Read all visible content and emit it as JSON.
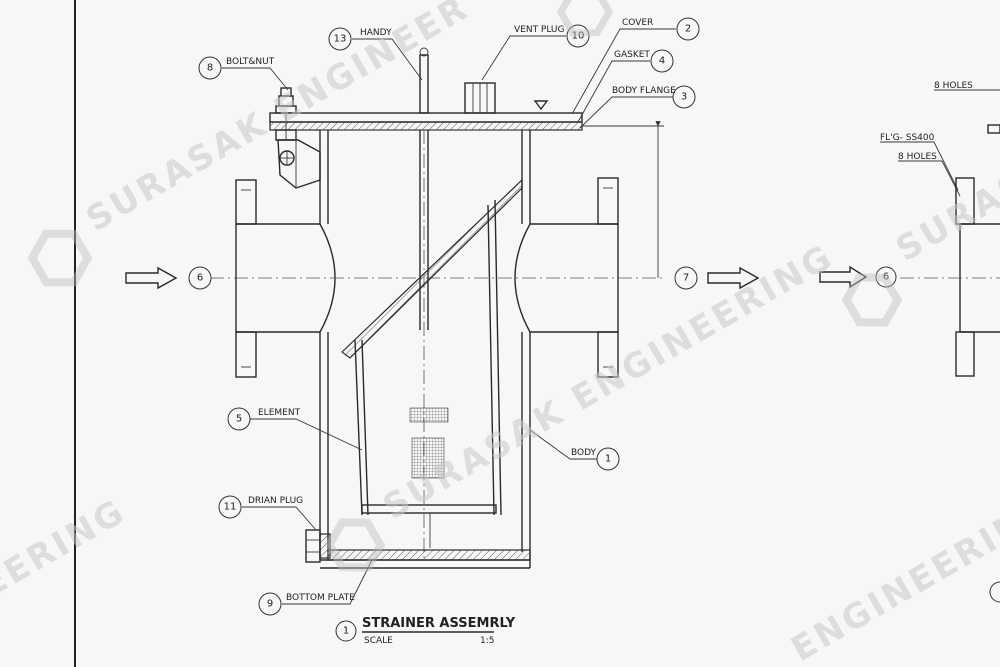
{
  "callouts": {
    "c1_body": {
      "num": "1",
      "text": "BODY"
    },
    "c2_cover": {
      "num": "2",
      "text": "COVER"
    },
    "c3_body_flange": {
      "num": "3",
      "text": "BODY FLANGE"
    },
    "c4_gasket": {
      "num": "4",
      "text": "GASKET"
    },
    "c5_element": {
      "num": "5",
      "text": "ELEMENT"
    },
    "c6_inlet": {
      "num": "6"
    },
    "c7_outlet": {
      "num": "7"
    },
    "c8_bolt": {
      "num": "8",
      "text": "BOLT&NUT"
    },
    "c9_bottom_plate": {
      "num": "9",
      "text": "BOTTOM PLATE"
    },
    "c10_vent_plug": {
      "num": "10",
      "text": "VENT PLUG"
    },
    "c11_drain_plug": {
      "num": "11",
      "text": "DRIAN PLUG"
    },
    "c13_handy": {
      "num": "13",
      "text": "HANDY"
    }
  },
  "title_block": {
    "num": "1",
    "title": "STRAINER ASSEMRLY",
    "scale_label": "SCALE",
    "scale_value": "1:5"
  },
  "side_view": {
    "holes_top": "8 HOLES",
    "flange_spec": "FL'G- SS400",
    "holes_mid": "8 HOLES",
    "inlet_num": "6"
  },
  "watermark": {
    "text_main": "SURASAK ENGINEERING",
    "text_partial_top": "SURASAK ENGINEER",
    "text_partial_right": "SURASA",
    "text_partial_left": "EERING",
    "text_partial_bottom": "ENGINEERING"
  }
}
